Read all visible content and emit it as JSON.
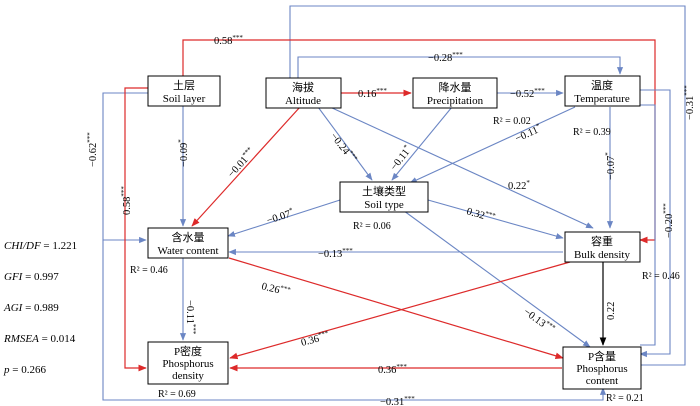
{
  "nodes": {
    "soil_layer": {
      "cn": "土层",
      "en": "Soil layer"
    },
    "altitude": {
      "cn": "海拔",
      "en": "Altitude"
    },
    "precipitation": {
      "cn": "降水量",
      "en": "Precipitation"
    },
    "temperature": {
      "cn": "温度",
      "en": "Temperature"
    },
    "soil_type": {
      "cn": "土壤类型",
      "en": "Soil type"
    },
    "water_content": {
      "cn": "含水量",
      "en": "Water content"
    },
    "bulk_density": {
      "cn": "容重",
      "en": "Bulk density"
    },
    "p_density": {
      "cn": "P密度",
      "en1": "Phosphorus",
      "en2": "density"
    },
    "p_content": {
      "cn": "P含量",
      "en1": "Phosphorus",
      "en2": "content"
    }
  },
  "r2": {
    "temperature_left": "R² = 0.02",
    "temperature_right": "R² = 0.39",
    "soil_type": "R² = 0.06",
    "water_content": "R² = 0.46",
    "bulk_density": "R² = 0.46",
    "p_density": "R² = 0.69",
    "p_content": "R² = 0.21"
  },
  "coefficients": {
    "layer_temp": {
      "value": "0.58",
      "sig": "***"
    },
    "alt_temp": {
      "value": "−0.28",
      "sig": "***"
    },
    "alt_precip": {
      "value": "0.16",
      "sig": "***"
    },
    "precip_temp": {
      "value": "−0.52",
      "sig": "***"
    },
    "temp_pcontent": {
      "value": "−0.31",
      "sig": "***"
    },
    "layer_pcontent": {
      "value": "−0.62",
      "sig": "***"
    },
    "layer_water": {
      "value": "−0.09",
      "sig": "*"
    },
    "alt_water": {
      "value": "−0.01",
      "sig": "***"
    },
    "alt_soiltype": {
      "value": "−0.24",
      "sig": "***"
    },
    "precip_soiltype": {
      "value": "−0.11",
      "sig": "*"
    },
    "temp_soiltype": {
      "value": "−0.11",
      "sig": "*"
    },
    "alt_bulk": {
      "value": "0.22",
      "sig": "*"
    },
    "layer_pdensity": {
      "value": "0.58",
      "sig": "***"
    },
    "temp_bulk": {
      "value": "−0.07",
      "sig": "*"
    },
    "temp_pcontent_right": {
      "value": "−0.20",
      "sig": "***"
    },
    "soiltype_water": {
      "value": "−0.07",
      "sig": "*"
    },
    "soiltype_bulk": {
      "value": "0.32",
      "sig": "***"
    },
    "bulk_water": {
      "value": "−0.13",
      "sig": "***"
    },
    "water_pdensity": {
      "value": "−0.11",
      "sig": "***"
    },
    "water_pcontent": {
      "value": "0.26",
      "sig": "***"
    },
    "soiltype_pcontent": {
      "value": "−0.13",
      "sig": "***"
    },
    "bulk_pdensity": {
      "value": "0.36",
      "sig": "***"
    },
    "bulk_pcontent": {
      "value": "0.22",
      "sig": ""
    },
    "pcontent_pdensity": {
      "value": "0.36",
      "sig": "***"
    },
    "bottom_pcontent": {
      "value": "−0.31",
      "sig": "***"
    }
  },
  "fit_indices": [
    {
      "label": "CHI/DF",
      "value": " = 1.221"
    },
    {
      "label": "GFI",
      "value": " = 0.997"
    },
    {
      "label": "AGI",
      "value": " = 0.989"
    },
    {
      "label": "RMSEA",
      "value": " = 0.014"
    },
    {
      "label": "p",
      "value": " = 0.266"
    }
  ],
  "colors": {
    "negative_path": "#6b86c4",
    "positive_path": "#dd2a2a",
    "nonsignificant_path": "#000000"
  }
}
